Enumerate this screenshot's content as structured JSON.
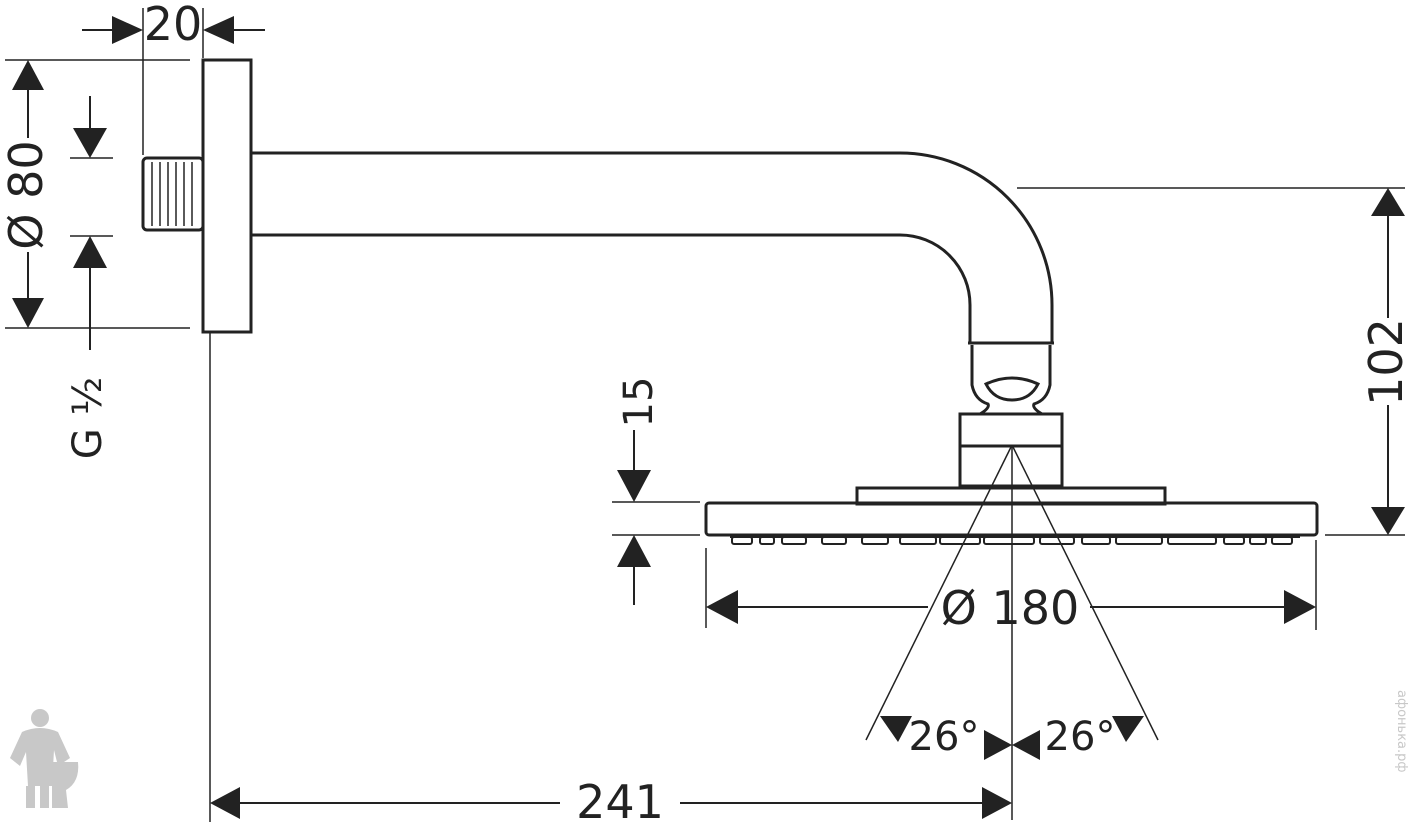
{
  "dimensions": {
    "flange_depth": "20",
    "flange_diameter": "Ø 80",
    "thread": "G ½",
    "head_thickness": "15",
    "arm_drop": "102",
    "head_diameter": "Ø 180",
    "spray_angle_left": "26°",
    "spray_angle_right": "26°",
    "projection": "241"
  },
  "watermark": {
    "text": "афонька.рф",
    "icon": "plumber-mascot-icon"
  }
}
